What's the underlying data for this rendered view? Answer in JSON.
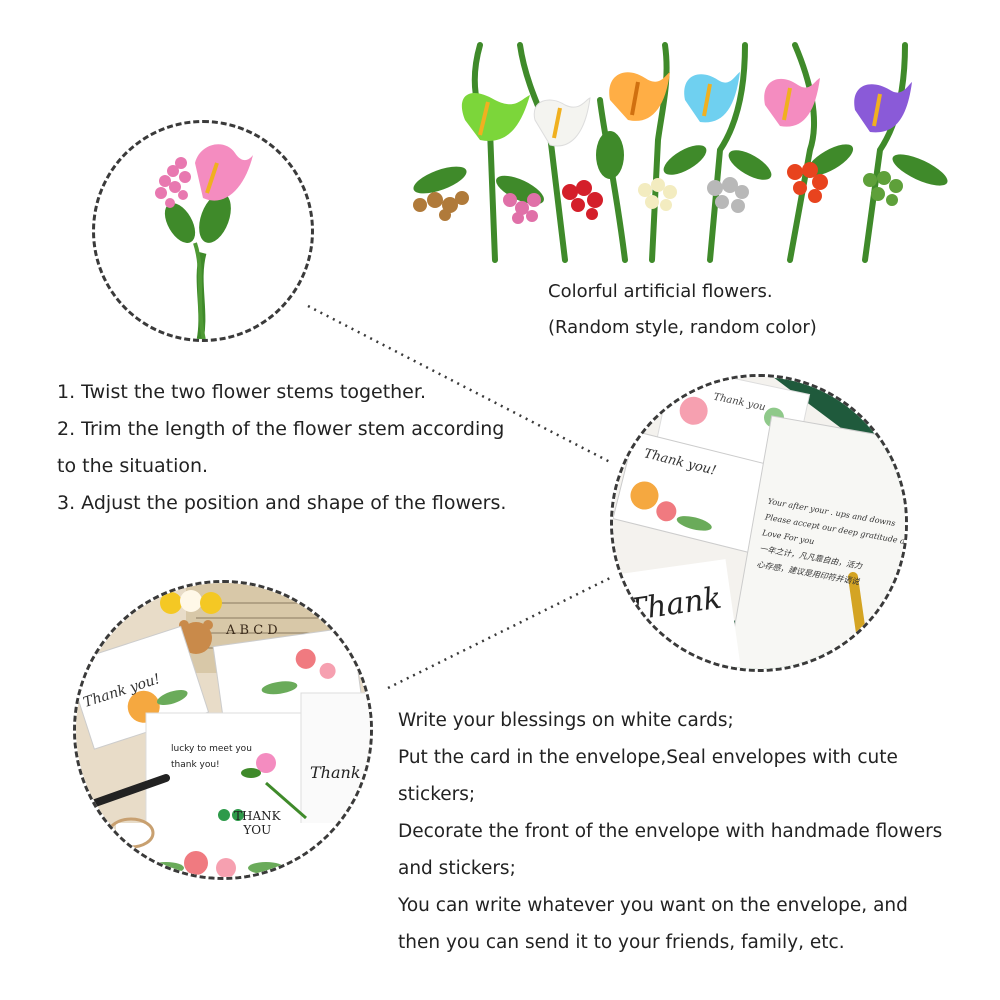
{
  "flowers_caption": {
    "line1": "Colorful artificial flowers.",
    "line2": "(Random style, random color)"
  },
  "steps": [
    "1. Twist the two flower stems together.",
    "2. Trim the length of the flower stem according",
    "to the situation.",
    "3. Adjust the position and shape of the flowers."
  ],
  "usage": [
    "Write your blessings on white cards;",
    "Put the card in the envelope,Seal envelopes with cute",
    "stickers;",
    "Decorate the front of the envelope with handmade flowers",
    "and stickers;",
    "You can write whatever you want on the envelope, and",
    "then you can send it to your friends, family, etc."
  ],
  "card_texts": {
    "thank_you": "Thank you!",
    "thank_script": "Thank",
    "thank_you_small": "Thank you",
    "lucky_line1": "lucky to meet you",
    "lucky_line2": "thank you!",
    "thank_you_caps_1": "THANK",
    "thank_you_caps_2": "YOU",
    "letters": "A B C D",
    "handwriting_1": "Your after your . ups and downs",
    "handwriting_2": "Please accept our deep gratitude and",
    "handwriting_3": "Love For you",
    "handwriting_4": "一年之计，凡凡靠自由，活力",
    "handwriting_5": "心存感，建议是用印符并语说"
  },
  "colors": {
    "flower_green": "#7cd63a",
    "flower_white": "#f4f4f0",
    "flower_orange": "#ffae45",
    "flower_blue": "#6fd0f0",
    "flower_pink": "#f48cc0",
    "flower_purple": "#8a5ad8",
    "stem": "#3f8a2a",
    "dashed_line": "#3a3a3a",
    "envelope_green": "#1f5a3c"
  }
}
